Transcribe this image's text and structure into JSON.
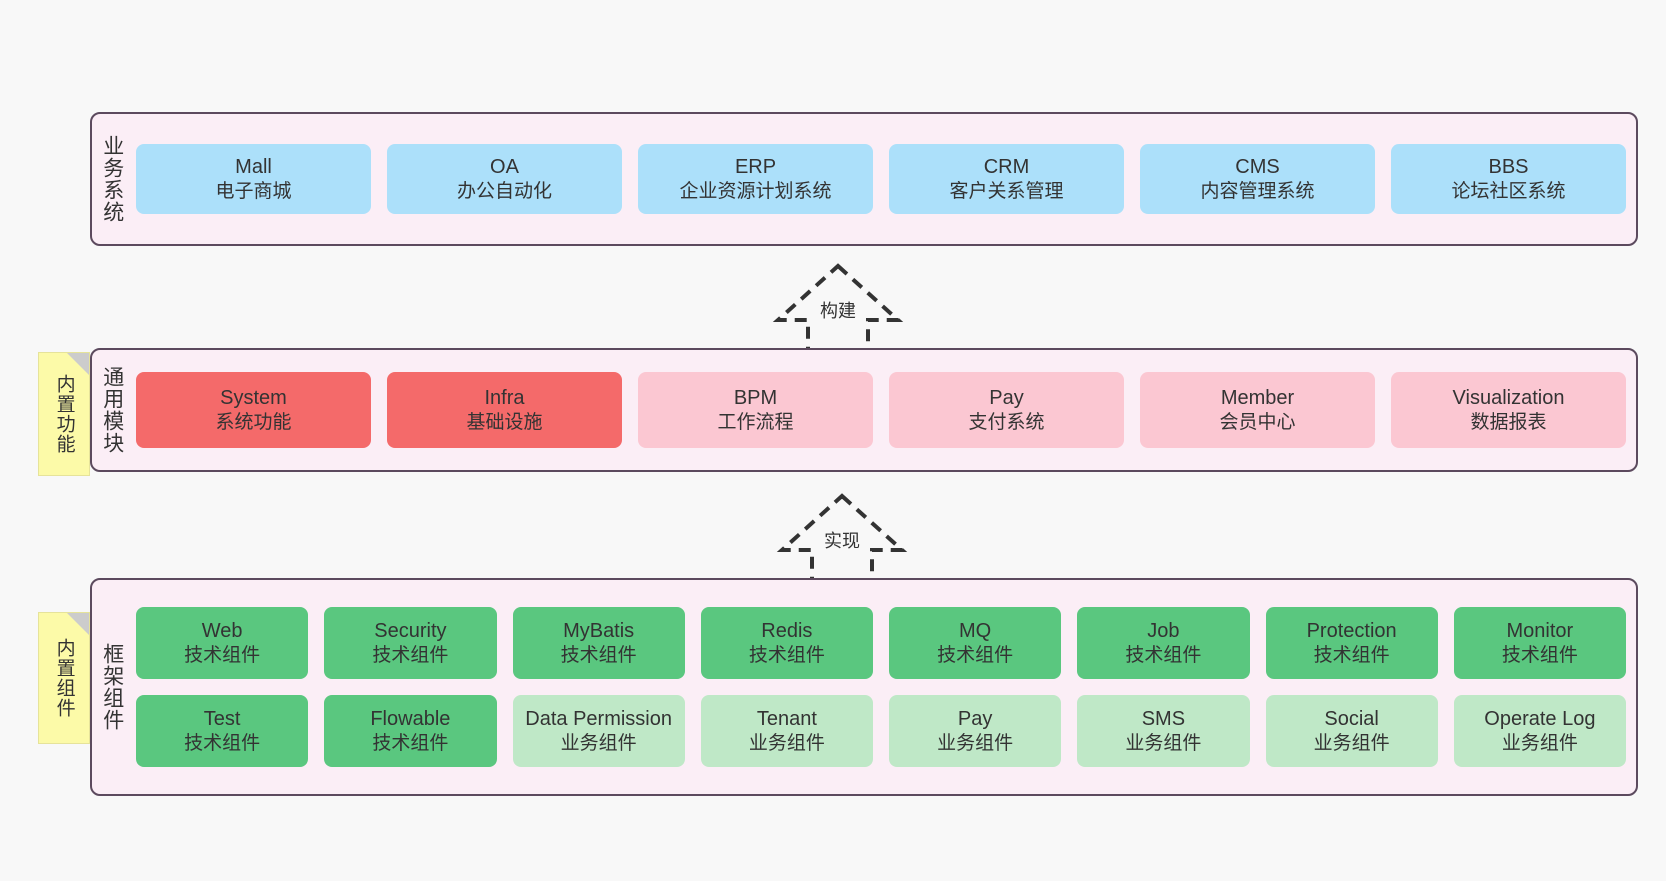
{
  "diagram": {
    "background_color": "#f8f8f8",
    "container_fill": "#fbeef6",
    "container_border": "#5c4a5e"
  },
  "layers": [
    {
      "id": "business",
      "title": "业务系统",
      "node_color": "#ace0fa",
      "rows": [
        {
          "nodes": [
            {
              "en": "Mall",
              "cn": "电子商城",
              "style": "blue"
            },
            {
              "en": "OA",
              "cn": "办公自动化",
              "style": "blue"
            },
            {
              "en": "ERP",
              "cn": "企业资源计划系统",
              "style": "blue"
            },
            {
              "en": "CRM",
              "cn": "客户关系管理",
              "style": "blue"
            },
            {
              "en": "CMS",
              "cn": "内容管理系统",
              "style": "blue"
            },
            {
              "en": "BBS",
              "cn": "论坛社区系统",
              "style": "blue"
            }
          ]
        }
      ]
    },
    {
      "id": "common",
      "title": "通用模块",
      "sticky": "内置功能",
      "rows": [
        {
          "nodes": [
            {
              "en": "System",
              "cn": "系统功能",
              "style": "red"
            },
            {
              "en": "Infra",
              "cn": "基础设施",
              "style": "red"
            },
            {
              "en": "BPM",
              "cn": "工作流程",
              "style": "pink"
            },
            {
              "en": "Pay",
              "cn": "支付系统",
              "style": "pink"
            },
            {
              "en": "Member",
              "cn": "会员中心",
              "style": "pink"
            },
            {
              "en": "Visualization",
              "cn": "数据报表",
              "style": "pink"
            }
          ]
        }
      ]
    },
    {
      "id": "frame",
      "title": "框架组件",
      "sticky": "内置组件",
      "rows": [
        {
          "nodes": [
            {
              "en": "Web",
              "cn": "技术组件",
              "style": "green"
            },
            {
              "en": "Security",
              "cn": "技术组件",
              "style": "green"
            },
            {
              "en": "MyBatis",
              "cn": "技术组件",
              "style": "green"
            },
            {
              "en": "Redis",
              "cn": "技术组件",
              "style": "green"
            },
            {
              "en": "MQ",
              "cn": "技术组件",
              "style": "green"
            },
            {
              "en": "Job",
              "cn": "技术组件",
              "style": "green"
            },
            {
              "en": "Protection",
              "cn": "技术组件",
              "style": "green"
            },
            {
              "en": "Monitor",
              "cn": "技术组件",
              "style": "green"
            }
          ]
        },
        {
          "nodes": [
            {
              "en": "Test",
              "cn": "技术组件",
              "style": "green"
            },
            {
              "en": "Flowable",
              "cn": "技术组件",
              "style": "green"
            },
            {
              "en": "Data Permission",
              "cn": "业务组件",
              "style": "lightgreen"
            },
            {
              "en": "Tenant",
              "cn": "业务组件",
              "style": "lightgreen"
            },
            {
              "en": "Pay",
              "cn": "业务组件",
              "style": "lightgreen"
            },
            {
              "en": "SMS",
              "cn": "业务组件",
              "style": "lightgreen"
            },
            {
              "en": "Social",
              "cn": "业务组件",
              "style": "lightgreen"
            },
            {
              "en": "Operate Log",
              "cn": "业务组件",
              "style": "lightgreen"
            }
          ]
        }
      ]
    }
  ],
  "arrows": [
    {
      "id": "build",
      "label": "构建",
      "style": "dashed-hollow-triangle",
      "direction": "up"
    },
    {
      "id": "impl",
      "label": "实现",
      "style": "dashed-hollow-triangle",
      "direction": "up"
    }
  ],
  "palette": {
    "blue": "#ace0fa",
    "red": "#f46a6a",
    "pink": "#fbc7d2",
    "green": "#5ac77f",
    "lightgreen": "#bfe8c7",
    "sticky_yellow": "#fcfaa8",
    "sticky_fold": "#cccccc",
    "arrow": "#333333"
  }
}
